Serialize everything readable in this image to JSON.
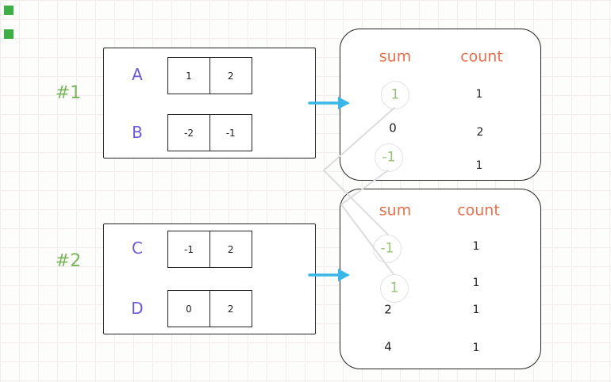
{
  "groups": [
    {
      "label": "#1",
      "arrays": [
        {
          "name": "A",
          "cells": [
            "1",
            "2"
          ]
        },
        {
          "name": "B",
          "cells": [
            "-2",
            "-1"
          ]
        }
      ],
      "table": {
        "sum_header": "sum",
        "count_header": "count",
        "rows": [
          {
            "sum": "1",
            "count": "1",
            "matched": true
          },
          {
            "sum": "0",
            "count": "2",
            "matched": false
          },
          {
            "sum": "-1",
            "count": "1",
            "matched": true
          }
        ]
      }
    },
    {
      "label": "#2",
      "arrays": [
        {
          "name": "C",
          "cells": [
            "-1",
            "2"
          ]
        },
        {
          "name": "D",
          "cells": [
            "0",
            "2"
          ]
        }
      ],
      "table": {
        "sum_header": "sum",
        "count_header": "count",
        "rows": [
          {
            "sum": "-1",
            "count": "1",
            "matched": true
          },
          {
            "sum": "1",
            "count": "1",
            "matched": true
          },
          {
            "sum": "2",
            "count": "1",
            "matched": false
          },
          {
            "sum": "4",
            "count": "1",
            "matched": false
          }
        ]
      }
    }
  ],
  "colors": {
    "array_letter": "#6a5ad8",
    "group_label": "#7ab55c",
    "matched_sum": "#95c178",
    "header": "#e8714c",
    "arrow": "#3ab7e8",
    "shape_border": "#242424",
    "connector": "#dcdcdc",
    "mark_green": "#3cb043"
  }
}
